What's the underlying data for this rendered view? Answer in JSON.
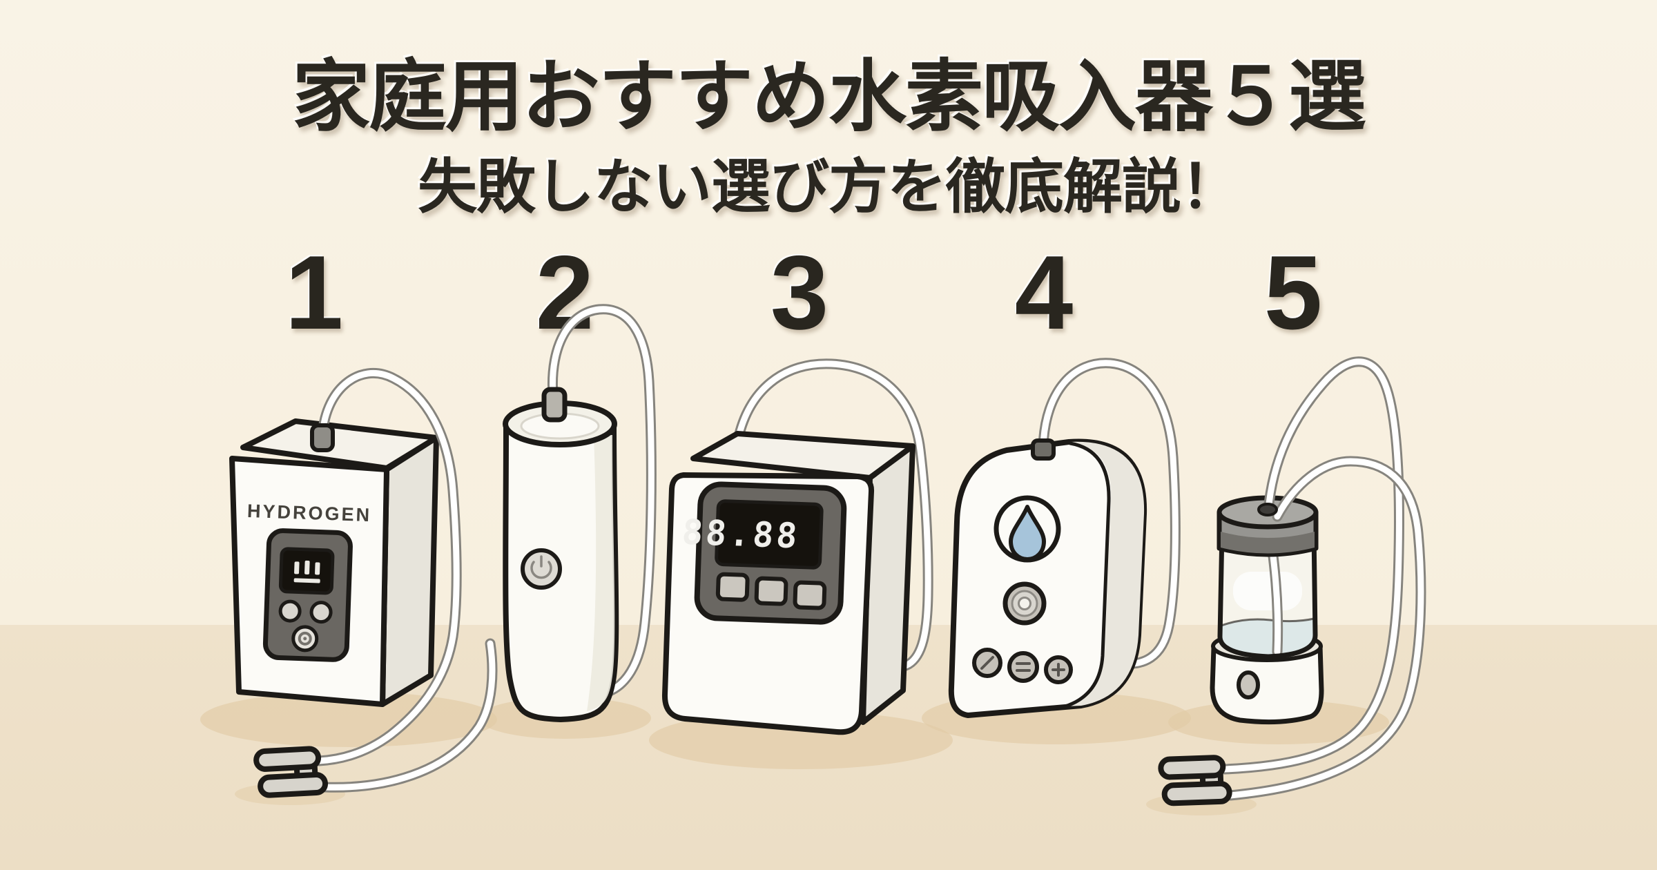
{
  "header": {
    "title": "家庭用おすすめ水素吸入器５選",
    "subtitle": "失敗しない選び方を徹底解説！"
  },
  "devices": [
    {
      "number": "1",
      "label": "HYDROGEN",
      "icons": [
        "level-bars-display-icon",
        "round-button",
        "round-button",
        "power-ring-button"
      ]
    },
    {
      "number": "2",
      "icons": [
        "power-icon"
      ]
    },
    {
      "number": "3",
      "display": "88.88",
      "icons": [
        "seven-segment-display",
        "square-button",
        "square-button",
        "square-button"
      ]
    },
    {
      "number": "4",
      "icons": [
        "water-drop-icon",
        "dial-button",
        "fan-icon",
        "equal-icon",
        "plus-icon"
      ]
    },
    {
      "number": "5",
      "icons": [
        "oval-power-button"
      ]
    }
  ],
  "accessories": [
    "nasal-cannula",
    "nasal-cannula"
  ],
  "colors": {
    "wall": "#f8f1e1",
    "floor": "#eee0c8",
    "outline_ink": "#1c1a17",
    "device_body": "#fcfbf7",
    "device_shade": "#e8e5dc",
    "panel_gray": "#6a6762",
    "screen_black": "#15120d",
    "button_gray": "#c9c5bd",
    "tube_white": "#ffffff",
    "tube_edge": "#86847e",
    "drop_blue": "#a6c4da",
    "water": "#dde8e8",
    "cap_gray": "#969591",
    "shadow_warm": "#e2cba6",
    "text_dark": "#2a2720"
  }
}
